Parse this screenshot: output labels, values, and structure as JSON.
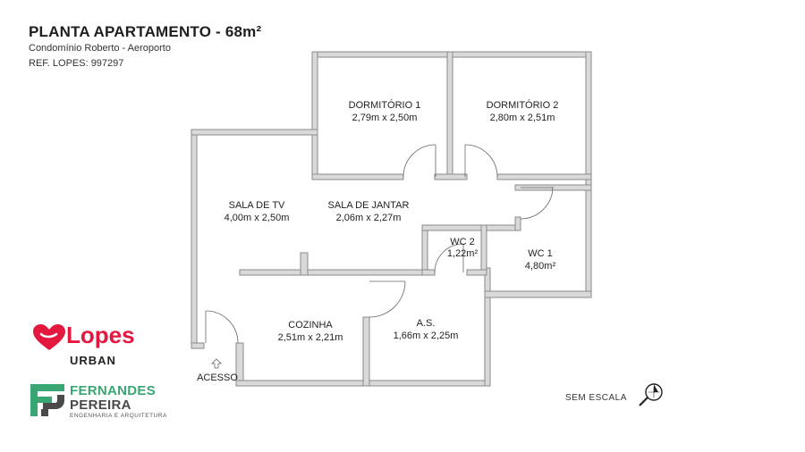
{
  "header": {
    "title": "PLANTA APARTAMENTO - 68m²",
    "subtitle": "Condomínio Roberto - Aeroporto",
    "reference": "REF. LOPES: 997297"
  },
  "rooms": [
    {
      "id": "dormitorio-1",
      "name": "DORMITÓRIO 1",
      "size": "2,79m x 2,50m"
    },
    {
      "id": "dormitorio-2",
      "name": "DORMITÓRIO 2",
      "size": "2,80m x 2,51m"
    },
    {
      "id": "sala-tv",
      "name": "SALA DE TV",
      "size": "4,00m x 2,50m"
    },
    {
      "id": "sala-jantar",
      "name": "SALA DE JANTAR",
      "size": "2,06m x 2,27m"
    },
    {
      "id": "wc-2",
      "name": "WC 2",
      "size": "1,22m²"
    },
    {
      "id": "wc-1",
      "name": "WC 1",
      "size": "4,80m²"
    },
    {
      "id": "cozinha",
      "name": "COZINHA",
      "size": "2,51m x 2,21m"
    },
    {
      "id": "area-servico",
      "name": "A.S.",
      "size": "1,66m x 2,25m"
    }
  ],
  "entrance_label": "ACESSO",
  "scale_label": "SEM ESCALA",
  "logos": {
    "lopes": {
      "name": "Lopes",
      "tagline": "URBAN",
      "color": "#e4173e"
    },
    "fernandes": {
      "line1": "FERNANDES",
      "line2": "PEREIRA",
      "line3": "ENGENHARIA E ARQUITETURA",
      "color": "#3aa673"
    }
  },
  "icons": [
    "acesso-arrow-icon",
    "magnifier-scale-icon",
    "lopes-heart-icon",
    "fp-monogram-icon"
  ]
}
